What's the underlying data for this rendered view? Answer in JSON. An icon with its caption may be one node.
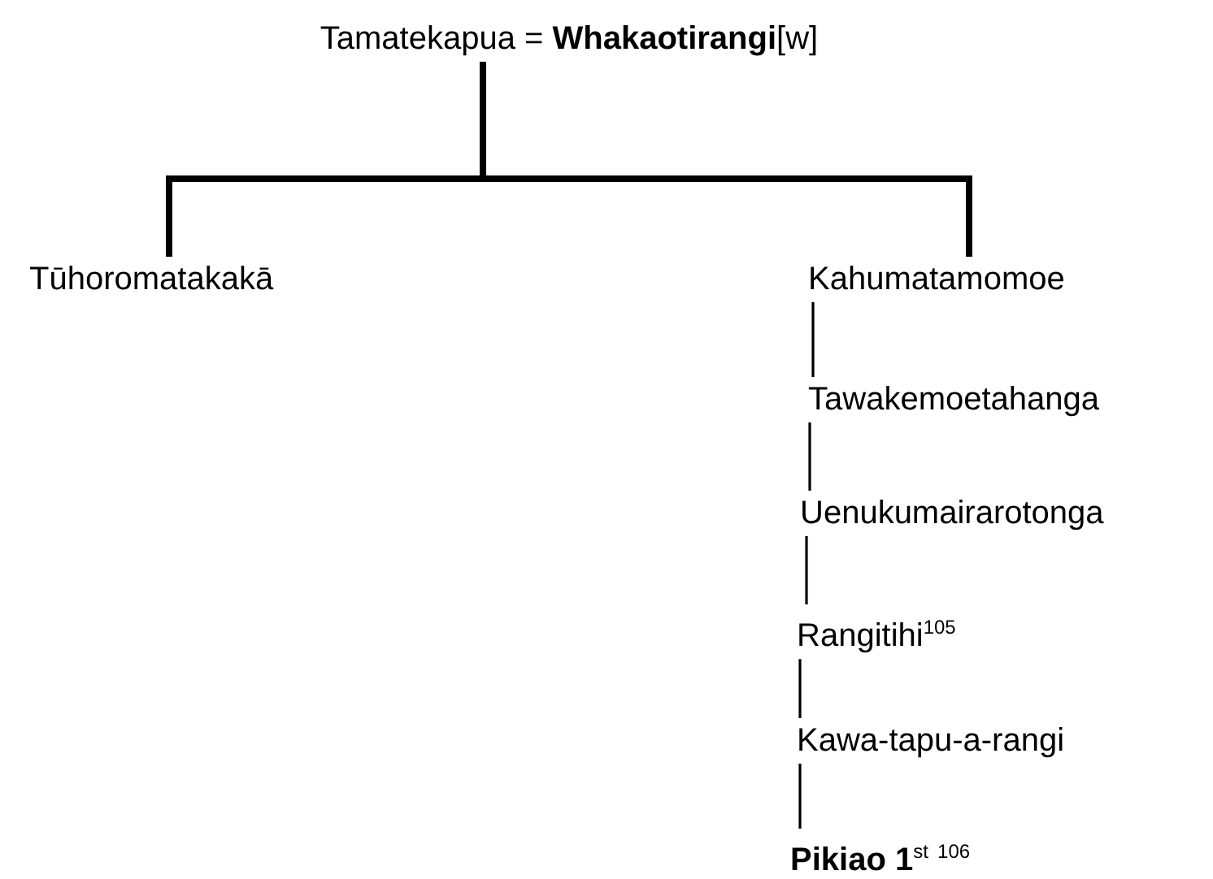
{
  "diagram": {
    "nodes": [
      {
        "text": [
          "Tamatekapua = **Whakaotirangi**[w]"
        ]
      },
      {
        "text": [
          "Tūhoromatakakā"
        ]
      },
      {
        "text": [
          "Kahumatamomoe"
        ]
      },
      {
        "text": [
          "Tawakemoetahanga"
        ]
      },
      {
        "text": [
          "Uenukumairarotonga"
        ]
      },
      {
        "text": [
          "Rangitihi$^{105}$"
        ]
      },
      {
        "text": [
          "Kawa-tapu-a-rangi"
        ]
      },
      {
        "text": [
          "**Pikiao 1**$^{st}$ $^{106}$"
        ]
      }
    ],
    "edges": [
      {
        "from": 0,
        "to": 1,
        "arrow": "none",
        "style": "thick"
      },
      {
        "from": 0,
        "to": 2,
        "arrow": "none",
        "style": "thick"
      },
      {
        "from": 2,
        "to": 3,
        "arrow": "none"
      },
      {
        "from": 3,
        "to": 4,
        "arrow": "none"
      },
      {
        "from": 4,
        "to": 5,
        "arrow": "none"
      },
      {
        "from": 5,
        "to": 6,
        "arrow": "none"
      },
      {
        "from": 6,
        "to": 7,
        "arrow": "none"
      }
    ]
  }
}
